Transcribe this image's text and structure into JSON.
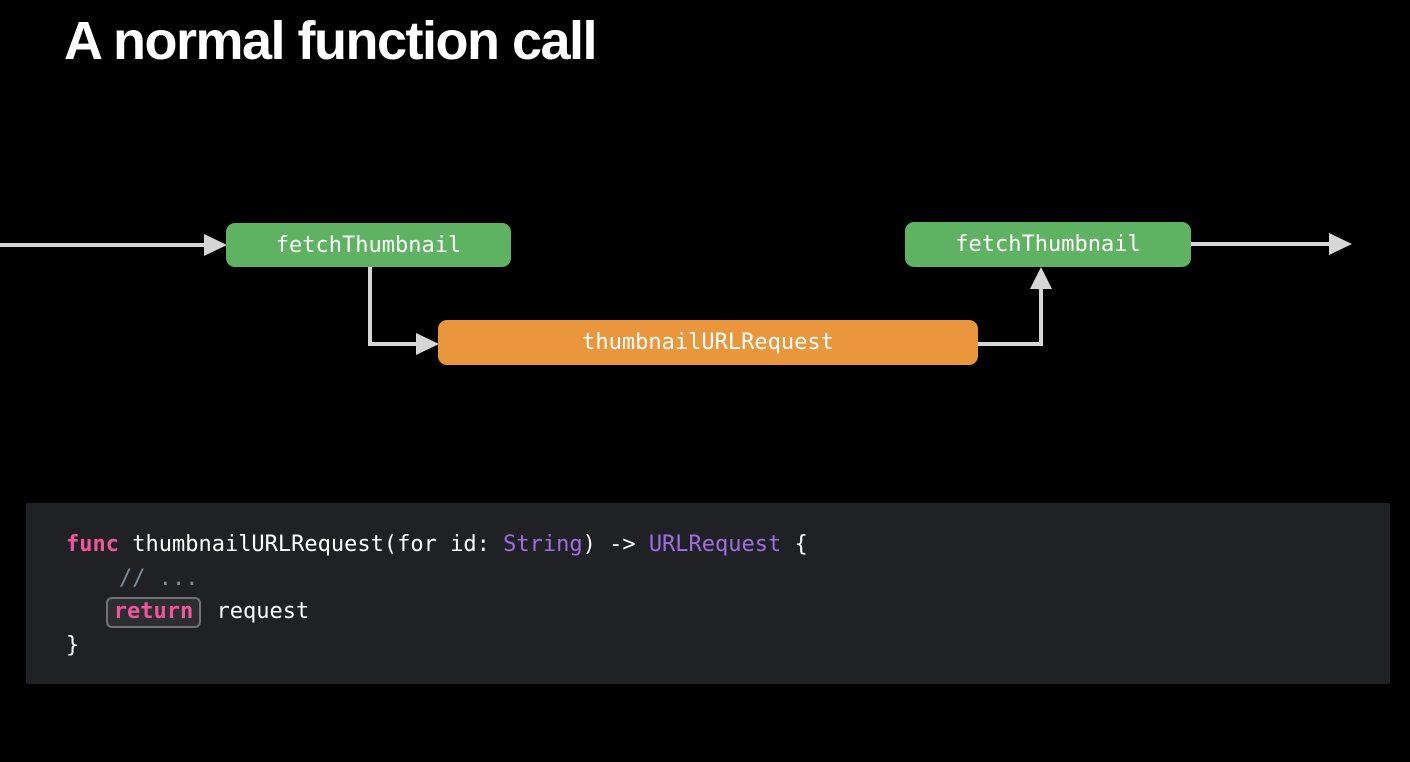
{
  "title": "A normal function call",
  "diagram": {
    "arrow_color": "#d6d6d6",
    "nodes": [
      {
        "id": "fetch-thumbnail-left",
        "label": "fetchThumbnail",
        "color": "#5fb262"
      },
      {
        "id": "thumbnail-url-request",
        "label": "thumbnailURLRequest",
        "color": "#e9963c"
      },
      {
        "id": "fetch-thumbnail-right",
        "label": "fetchThumbnail",
        "color": "#5fb262"
      }
    ]
  },
  "code": {
    "background": "#1f2124",
    "syntax_colors": {
      "keyword": "#f0559e",
      "type": "#a06ee4",
      "comment": "#7f8c98",
      "plain": "#ffffff"
    },
    "lines": [
      {
        "segments": [
          {
            "text": "func",
            "style": "keyword"
          },
          {
            "text": " thumbnailURLRequest(for id: ",
            "style": "plain"
          },
          {
            "text": "String",
            "style": "type"
          },
          {
            "text": ") -> ",
            "style": "plain"
          },
          {
            "text": "URLRequest",
            "style": "type"
          },
          {
            "text": " {",
            "style": "plain"
          }
        ]
      },
      {
        "segments": [
          {
            "text": "    // ...",
            "style": "comment"
          }
        ]
      },
      {
        "segments": [
          {
            "text": "   ",
            "style": "plain"
          },
          {
            "text": "return",
            "style": "keyword",
            "highlighted": true
          },
          {
            "text": " request",
            "style": "plain"
          }
        ]
      },
      {
        "segments": [
          {
            "text": "}",
            "style": "plain"
          }
        ]
      }
    ]
  }
}
